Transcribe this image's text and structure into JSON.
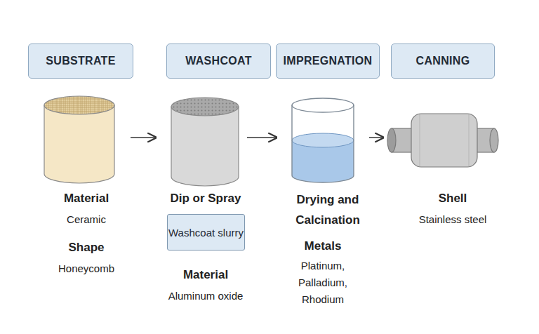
{
  "diagram": {
    "nodes": [
      {
        "text": [
          "SUBSTRATE"
        ]
      },
      {
        "text": [
          "WASHCOAT"
        ]
      },
      {
        "text": [
          "IMPREGNATION"
        ]
      },
      {
        "text": [
          "CANNING"
        ]
      },
      {
        "text": [
          "Washcoat slurry"
        ]
      }
    ],
    "labels": [
      "Material",
      "Ceramic",
      "Shape",
      "Honeycomb",
      "Dip or Spray",
      "Material",
      "Aluminum oxide",
      "Drying and Calcination",
      "Metals",
      "Platinum, Palladium, Rhodium",
      "Shell",
      "Stainless steel"
    ]
  }
}
